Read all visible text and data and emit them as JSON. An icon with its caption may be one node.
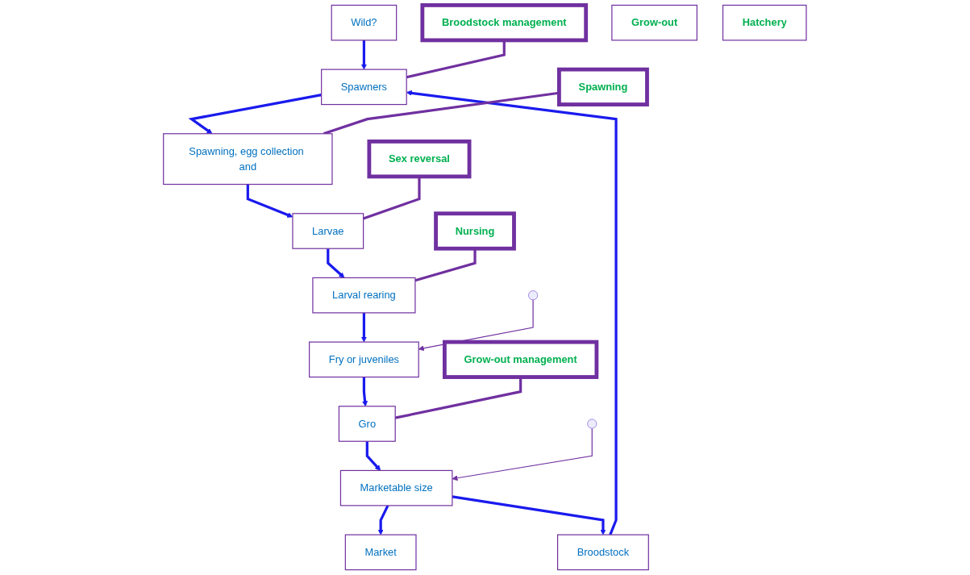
{
  "diagram": {
    "nodes": [
      {
        "text": [
          "Wild?"
        ]
      },
      {
        "text": [
          "Broodstock management"
        ]
      },
      {
        "text": [
          "Spawners"
        ]
      },
      {
        "text": [
          "Spawning"
        ]
      },
      {
        "text": [
          "Broodstock"
        ]
      },
      {
        "text": [
          "Spawning, egg collection and"
        ]
      },
      {
        "text": [
          "Market"
        ]
      },
      {
        "text": [
          "Marketable size"
        ]
      },
      {
        "text": [
          "Grow-out"
        ]
      },
      {
        "text": [
          "Larvae"
        ]
      },
      {
        "text": [
          "Hatchery"
        ]
      },
      {
        "text": [
          "Sex reversal"
        ]
      },
      {
        "text": [
          "Gro"
        ]
      },
      {
        "text": [
          "Larval rearing"
        ]
      },
      {
        "text": [
          "Grow-out management"
        ]
      },
      {
        "text": [
          "Fry or juveniles"
        ]
      },
      {
        "text": [
          "Nursing"
        ]
      }
    ],
    "edges": [
      {
        "from": 0,
        "to": 2,
        "arrow": "to"
      },
      {
        "from": 4,
        "to": 2,
        "arrow": "to"
      },
      {
        "from": 2,
        "to": 5,
        "arrow": "to"
      },
      {
        "from": 5,
        "to": 9,
        "arrow": "to"
      },
      {
        "from": 9,
        "to": 13,
        "arrow": "to"
      },
      {
        "from": 13,
        "to": 15,
        "arrow": "to"
      },
      {
        "from": 15,
        "to": 12,
        "arrow": "to"
      },
      {
        "from": 12,
        "to": 7,
        "arrow": "to"
      },
      {
        "from": 7,
        "to": 6,
        "arrow": "to"
      },
      {
        "from": 7,
        "to": 4,
        "arrow": "to"
      },
      {
        "from": null,
        "to": 7,
        "arrow": "to",
        "color": "#7030a0"
      },
      {
        "from": null,
        "to": 15,
        "arrow": "to",
        "color": "#7030a0"
      },
      {
        "from": 1,
        "to": 2,
        "arrow": "none",
        "color": "#7030a0"
      },
      {
        "from": 3,
        "to": 5,
        "arrow": "none",
        "color": "#7030a0"
      },
      {
        "from": 11,
        "to": 9,
        "arrow": "none",
        "color": "#7030a0"
      },
      {
        "from": 14,
        "to": 12,
        "arrow": "none",
        "color": "#7030a0"
      },
      {
        "from": 16,
        "to": 13,
        "arrow": "none",
        "color": "#7030a0"
      }
    ]
  }
}
